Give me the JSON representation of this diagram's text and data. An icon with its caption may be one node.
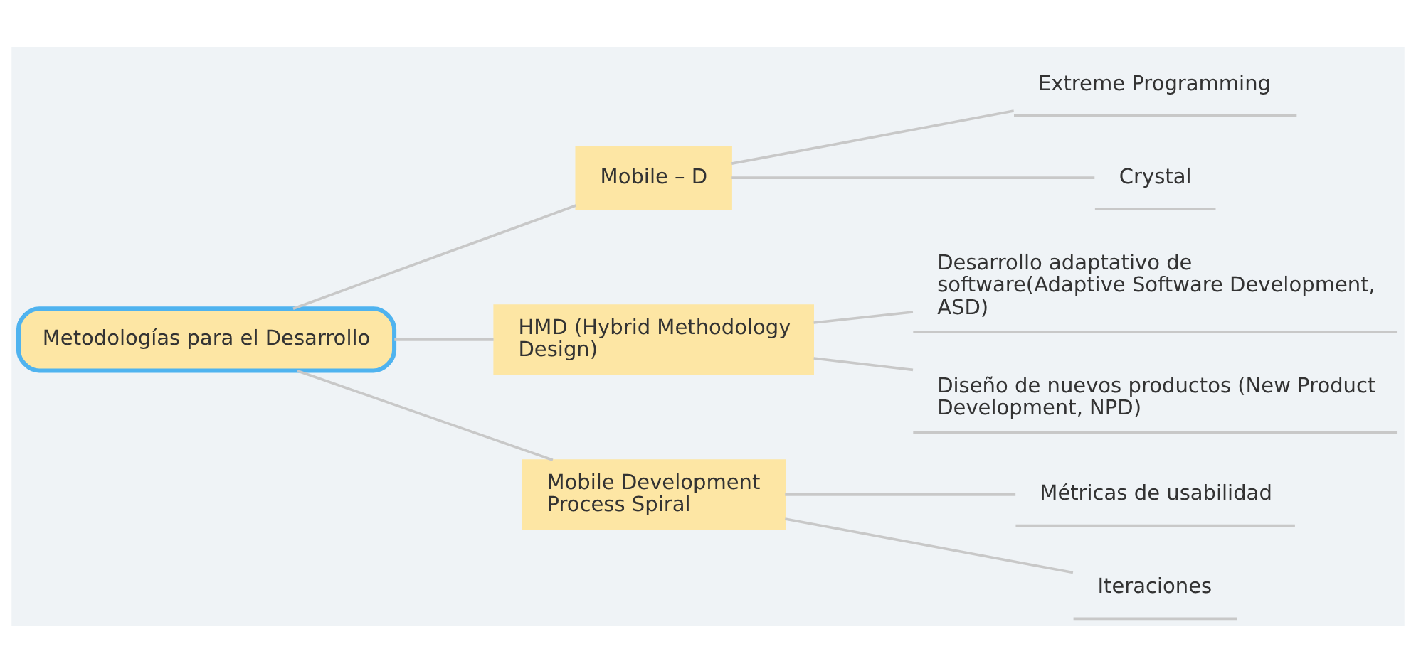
{
  "diagram": {
    "nodes": [
      {
        "text": [
          "Metodologías para el Desarrollo"
        ]
      },
      {
        "text": [
          "Mobile – D"
        ]
      },
      {
        "text": [
          "Extreme Programming"
        ]
      },
      {
        "text": [
          "Crystal"
        ]
      },
      {
        "text": [
          "HMD (Hybrid Methodology Design)"
        ]
      },
      {
        "text": [
          "Desarrollo adaptativo de software(Adaptive Software Development, ASD)"
        ]
      },
      {
        "text": [
          "Diseño de nuevos productos (New Product Development, NPD)"
        ]
      },
      {
        "text": [
          "Mobile Development Process Spiral"
        ]
      },
      {
        "text": [
          "Métricas de usabilidad"
        ]
      },
      {
        "text": [
          "Iteraciones"
        ]
      }
    ],
    "edges": [
      {
        "from": 0,
        "to": 1,
        "arrow": "none"
      },
      {
        "from": 1,
        "to": 2,
        "arrow": "none"
      },
      {
        "from": 1,
        "to": 3,
        "arrow": "none"
      },
      {
        "from": 0,
        "to": 4,
        "arrow": "none"
      },
      {
        "from": 4,
        "to": 5,
        "arrow": "none"
      },
      {
        "from": 4,
        "to": 6,
        "arrow": "none"
      },
      {
        "from": 0,
        "to": 7,
        "arrow": "none"
      },
      {
        "from": 7,
        "to": 8,
        "arrow": "none"
      },
      {
        "from": 7,
        "to": 9,
        "arrow": "none"
      }
    ]
  }
}
